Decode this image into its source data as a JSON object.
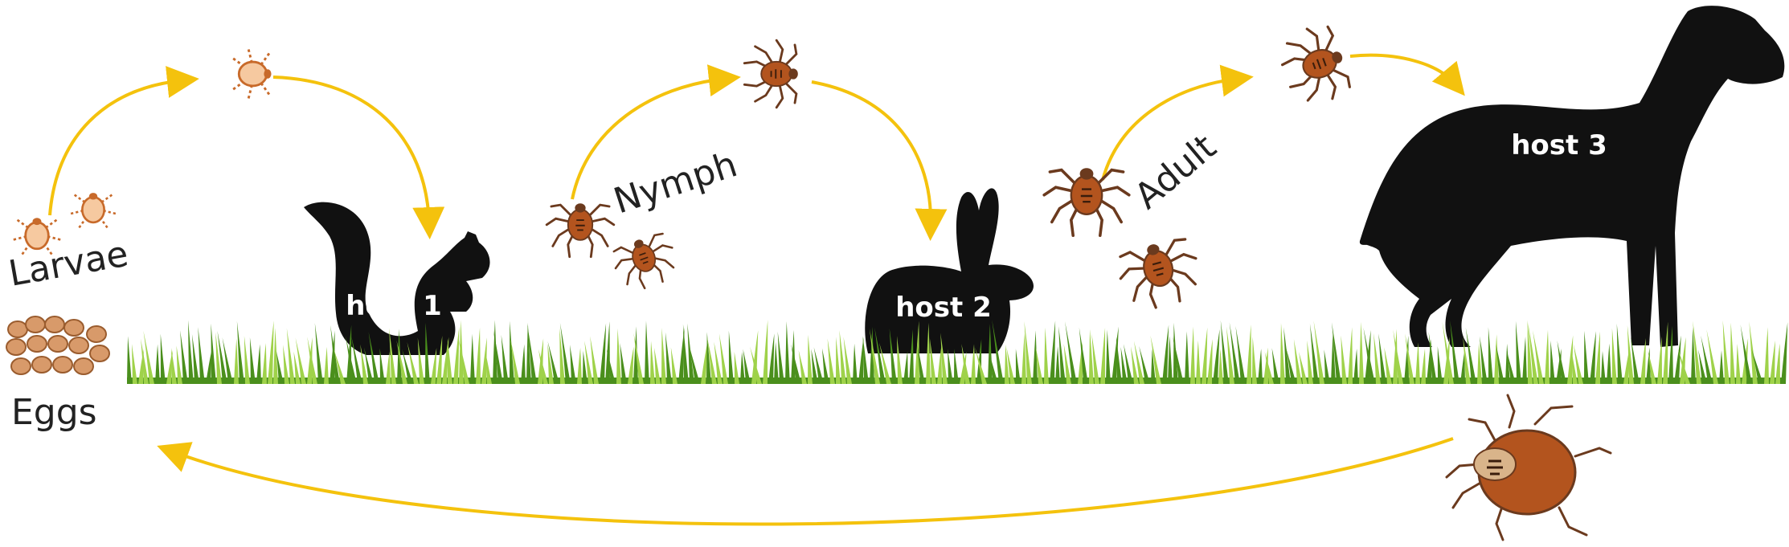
{
  "colors": {
    "arrow": "#f4c20d",
    "silhouette": "#111111",
    "grass_dark": "#4a8f1c",
    "grass_light": "#9fd24a",
    "tick_body": "#b3541e",
    "tick_legs": "#6b3a1e",
    "egg": "#d89a6a",
    "egg_outline": "#9a5c2e"
  },
  "labels": {
    "larvae": "Larvae",
    "eggs": "Eggs",
    "nymph": "Nymph",
    "adult": "Adult"
  },
  "hosts": {
    "host1": "host 1",
    "host2": "host 2",
    "host3": "host 3"
  },
  "icons": [
    "larva-tick-icon",
    "nymph-tick-icon",
    "adult-tick-icon",
    "egg-cluster-icon",
    "squirrel-icon",
    "rabbit-icon",
    "dog-icon",
    "grass-strip"
  ]
}
